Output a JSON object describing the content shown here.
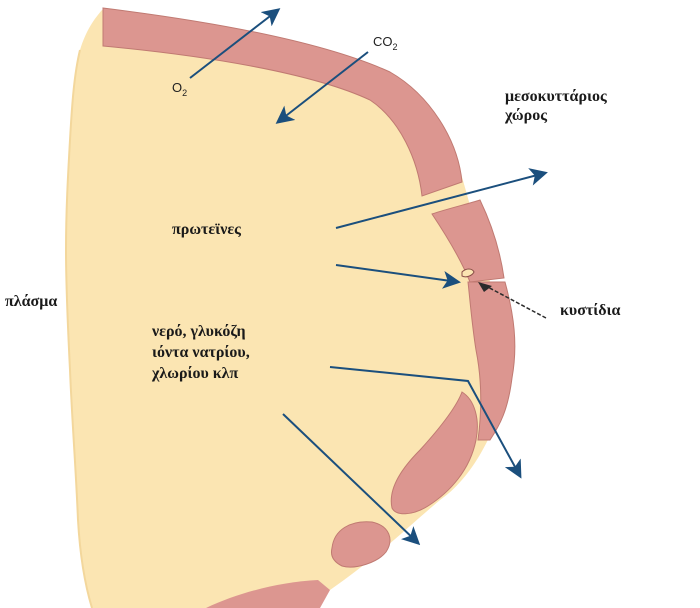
{
  "labels": {
    "o2": "O",
    "o2_sub": "2",
    "co2": "CO",
    "co2_sub": "2",
    "interstitial": "μεσοκυττάριος",
    "interstitial2": "χώρος",
    "proteins": "πρωτεϊνες",
    "plasma": "πλάσμα",
    "vesicles": "κυστίδια",
    "water": "νερό, γλυκόζη",
    "ions": "ιόντα νατρίου,",
    "chloride": "χλωρίου κλπ"
  },
  "colors": {
    "plasma_fill": "#fbe5b2",
    "membrane": "#dc9690",
    "membrane_edge": "#8a4f48",
    "arrow": "#1b4f7d",
    "text": "#1a1a1a"
  }
}
